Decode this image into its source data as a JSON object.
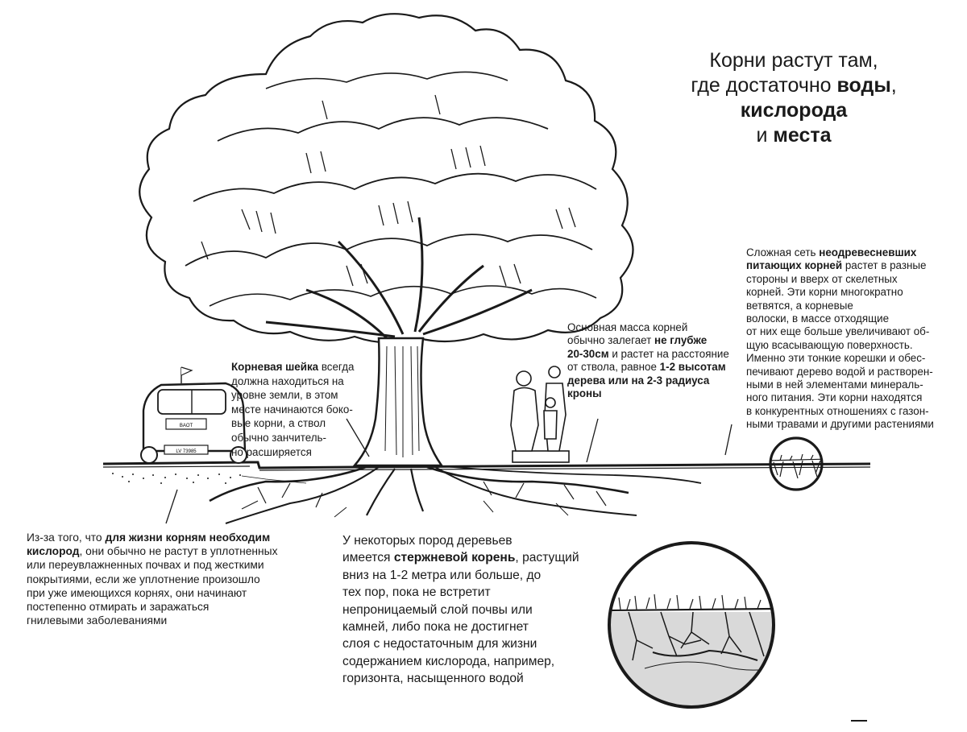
{
  "title": {
    "lines": [
      {
        "parts": [
          {
            "text": "Корни растут там,",
            "bold": false
          }
        ]
      },
      {
        "parts": [
          {
            "text": "где достаточно ",
            "bold": false
          },
          {
            "text": "воды",
            "bold": true
          },
          {
            "text": ",",
            "bold": false
          }
        ]
      },
      {
        "parts": [
          {
            "text": "кислорода",
            "bold": true
          }
        ]
      },
      {
        "parts": [
          {
            "text": "и ",
            "bold": false
          },
          {
            "text": "места",
            "bold": true
          }
        ]
      }
    ]
  },
  "annotations": {
    "root_collar": {
      "lines": [
        {
          "parts": [
            {
              "text": "Корневая шейка",
              "bold": true
            },
            {
              "text": " всегда",
              "bold": false
            }
          ]
        },
        {
          "parts": [
            {
              "text": "должна находиться на",
              "bold": false
            }
          ]
        },
        {
          "parts": [
            {
              "text": "уровне земли, в этом",
              "bold": false
            }
          ]
        },
        {
          "parts": [
            {
              "text": "месте начинаются боко-",
              "bold": false
            }
          ]
        },
        {
          "parts": [
            {
              "text": "вые корни, а ствол",
              "bold": false
            }
          ]
        },
        {
          "parts": [
            {
              "text": "обычно занчитель-",
              "bold": false
            }
          ]
        },
        {
          "parts": [
            {
              "text": "но расширяется",
              "bold": false
            }
          ]
        }
      ]
    },
    "root_mass": {
      "lines": [
        {
          "parts": [
            {
              "text": "Основная масса корней",
              "bold": false
            }
          ]
        },
        {
          "parts": [
            {
              "text": "обычно залегает ",
              "bold": false
            },
            {
              "text": "не глубже",
              "bold": true
            }
          ]
        },
        {
          "parts": [
            {
              "text": "20-30см",
              "bold": true
            },
            {
              "text": " и растет на расстояние",
              "bold": false
            }
          ]
        },
        {
          "parts": [
            {
              "text": "от ствола, равное ",
              "bold": false
            },
            {
              "text": "1-2 высотам",
              "bold": true
            }
          ]
        },
        {
          "parts": [
            {
              "text": "дерева или на 2-3 радиуса",
              "bold": true
            }
          ]
        },
        {
          "parts": [
            {
              "text": "кроны",
              "bold": true
            }
          ]
        }
      ]
    },
    "feeder_roots": {
      "lines": [
        {
          "parts": [
            {
              "text": "Сложная сеть ",
              "bold": false
            },
            {
              "text": "неодревесневших",
              "bold": true
            }
          ]
        },
        {
          "parts": [
            {
              "text": "питающих корней",
              "bold": true
            },
            {
              "text": " растет в разные",
              "bold": false
            }
          ]
        },
        {
          "parts": [
            {
              "text": "стороны и вверх от скелетных",
              "bold": false
            }
          ]
        },
        {
          "parts": [
            {
              "text": "корней. Эти корни многократно",
              "bold": false
            }
          ]
        },
        {
          "parts": [
            {
              "text": "ветвятся, а корневые",
              "bold": false
            }
          ]
        },
        {
          "parts": [
            {
              "text": "волоски, в массе отходящие",
              "bold": false
            }
          ]
        },
        {
          "parts": [
            {
              "text": "от них еще больше увеличивают об-",
              "bold": false
            }
          ]
        },
        {
          "parts": [
            {
              "text": "щую всасывающую поверхность.",
              "bold": false
            }
          ]
        },
        {
          "parts": [
            {
              "text": "Именно эти тонкие корешки и обес-",
              "bold": false
            }
          ]
        },
        {
          "parts": [
            {
              "text": "печивают дерево водой и растворен-",
              "bold": false
            }
          ]
        },
        {
          "parts": [
            {
              "text": "ными в ней элементами минераль-",
              "bold": false
            }
          ]
        },
        {
          "parts": [
            {
              "text": "ного питания. Эти корни находятся",
              "bold": false
            }
          ]
        },
        {
          "parts": [
            {
              "text": "в конкурентных отношениях с газон-",
              "bold": false
            }
          ]
        },
        {
          "parts": [
            {
              "text": "ными травами и другими растениями",
              "bold": false
            }
          ]
        }
      ]
    },
    "oxygen_need": {
      "lines": [
        {
          "parts": [
            {
              "text": "Из-за того, что ",
              "bold": false
            },
            {
              "text": "для жизни корням необходим",
              "bold": true
            }
          ]
        },
        {
          "parts": [
            {
              "text": "кислород",
              "bold": true
            },
            {
              "text": ", они обычно не растут в уплотненных",
              "bold": false
            }
          ]
        },
        {
          "parts": [
            {
              "text": "или переувлажненных почвах и под жесткими",
              "bold": false
            }
          ]
        },
        {
          "parts": [
            {
              "text": "покрытиями, если же уплотнение произошло",
              "bold": false
            }
          ]
        },
        {
          "parts": [
            {
              "text": "при уже имеющихся корнях, они начинают",
              "bold": false
            }
          ]
        },
        {
          "parts": [
            {
              "text": "постепенно отмирать и заражаться",
              "bold": false
            }
          ]
        },
        {
          "parts": [
            {
              "text": "гнилевыми заболеваниями",
              "bold": false
            }
          ]
        }
      ]
    },
    "taproot": {
      "lines": [
        {
          "parts": [
            {
              "text": "У некоторых пород деревьев",
              "bold": false
            }
          ]
        },
        {
          "parts": [
            {
              "text": "имеется ",
              "bold": false
            },
            {
              "text": "стержневой корень",
              "bold": true
            },
            {
              "text": ", растущий",
              "bold": false
            }
          ]
        },
        {
          "parts": [
            {
              "text": "вниз на 1-2 метра или больше, до",
              "bold": false
            }
          ]
        },
        {
          "parts": [
            {
              "text": "тех пор, пока не встретит",
              "bold": false
            }
          ]
        },
        {
          "parts": [
            {
              "text": "непроницаемый слой почвы или",
              "bold": false
            }
          ]
        },
        {
          "parts": [
            {
              "text": "камней, либо пока не достигнет",
              "bold": false
            }
          ]
        },
        {
          "parts": [
            {
              "text": "слоя с недостаточным для жизни",
              "bold": false
            }
          ]
        },
        {
          "parts": [
            {
              "text": "содержанием кислорода, например,",
              "bold": false
            }
          ]
        },
        {
          "parts": [
            {
              "text": "горизонта, насыщенного водой",
              "bold": false
            }
          ]
        }
      ]
    }
  },
  "illustration": {
    "car_plate_text": "LV 73985",
    "car_sign_text": "BAOT"
  },
  "colors": {
    "ink": "#1a1a1a",
    "paper": "#ffffff",
    "shade": "#d9d9d9"
  }
}
